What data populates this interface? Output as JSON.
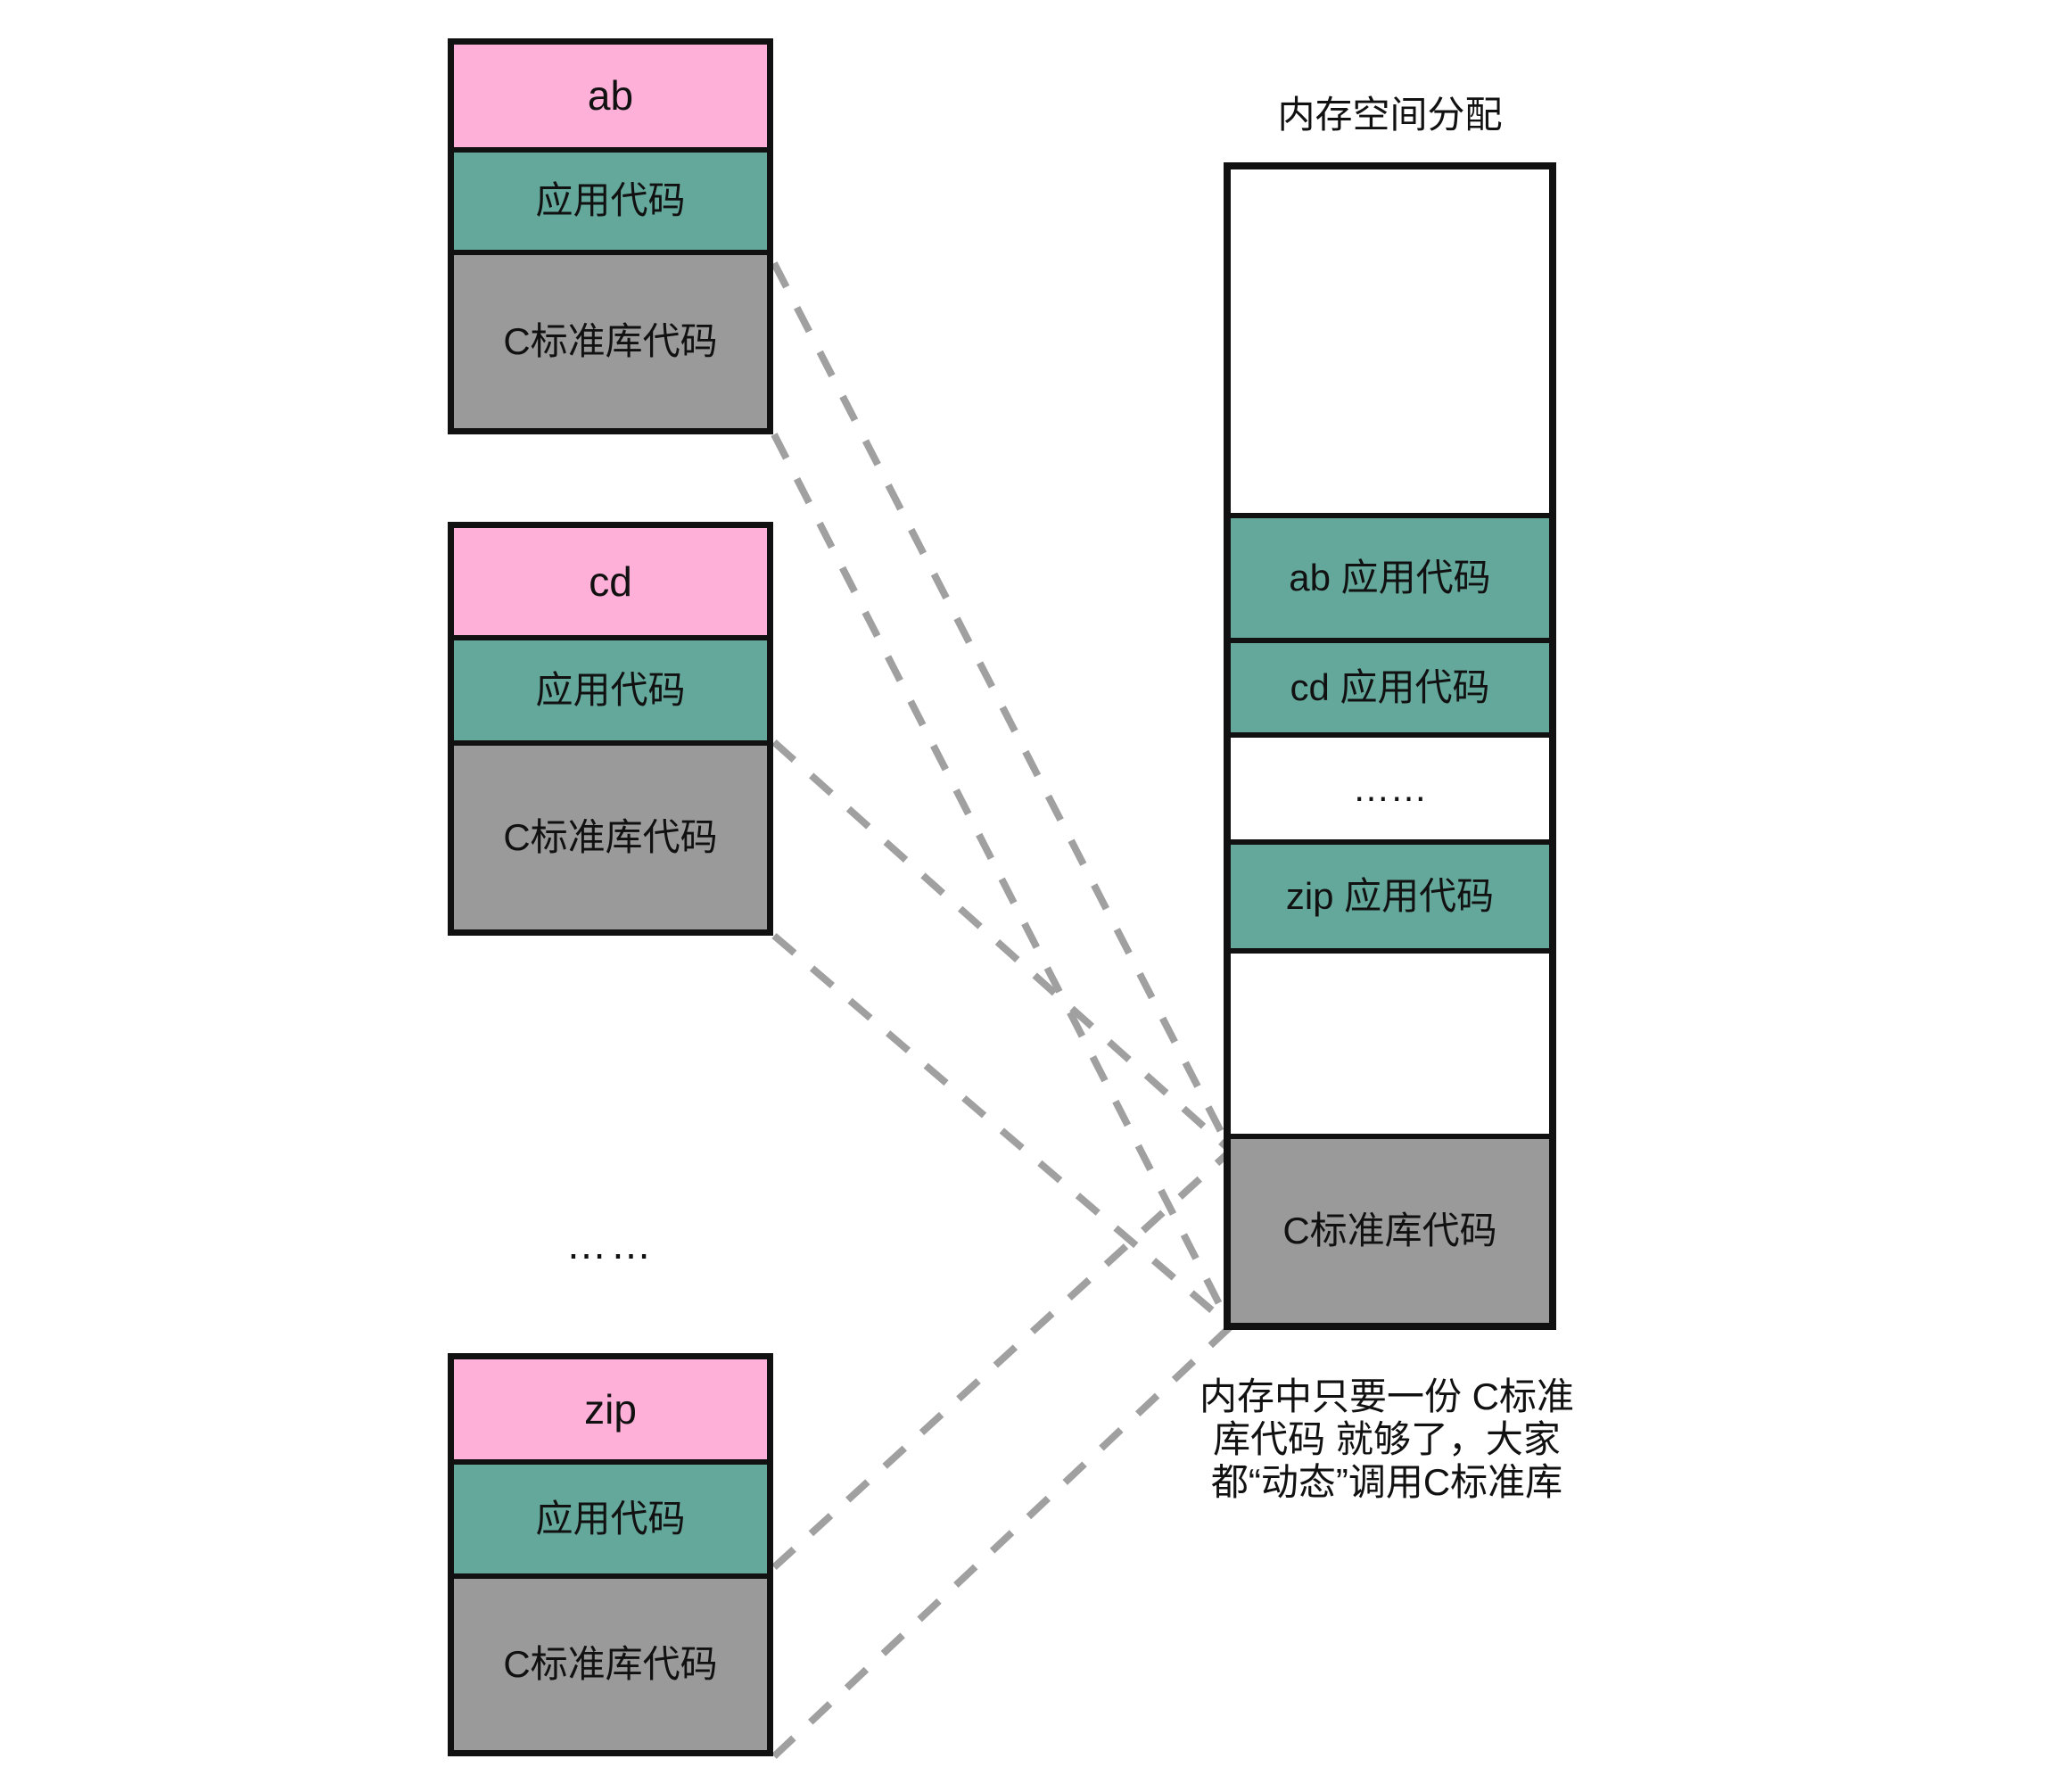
{
  "colors": {
    "pink": "#ffb0d8",
    "teal": "#64a89b",
    "gray": "#9a9a9a",
    "line_gray": "#a0a0a0",
    "border": "#111111"
  },
  "memory_title": "内存空间分配",
  "left_ellipsis": "……",
  "programs": [
    {
      "name": "ab",
      "app_label": "应用代码",
      "lib_label": "C标准库代码"
    },
    {
      "name": "cd",
      "app_label": "应用代码",
      "lib_label": "C标准库代码"
    },
    {
      "name": "zip",
      "app_label": "应用代码",
      "lib_label": "C标准库代码"
    }
  ],
  "memory_sections": [
    {
      "label": "",
      "kind": "free"
    },
    {
      "label": "ab 应用代码",
      "kind": "app"
    },
    {
      "label": "cd 应用代码",
      "kind": "app"
    },
    {
      "label": "……",
      "kind": "ellipsis"
    },
    {
      "label": "zip 应用代码",
      "kind": "app"
    },
    {
      "label": "",
      "kind": "free"
    },
    {
      "label": "C标准库代码",
      "kind": "lib"
    }
  ],
  "annotation": {
    "line1": "内存中只要一份 C标准",
    "line2": "库代码 就够了，大家",
    "line3": "都“动态”调用C标准库"
  }
}
